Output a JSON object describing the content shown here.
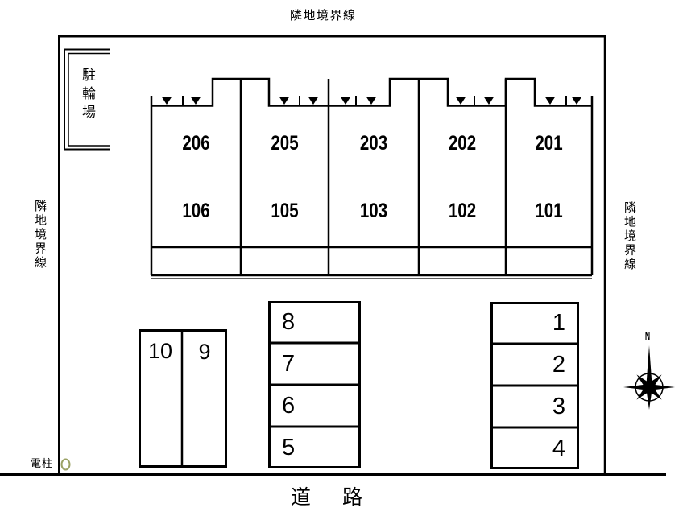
{
  "boundary_labels": {
    "top": "隣地境界線",
    "left": "隣地境界線",
    "right": "隣地境界線"
  },
  "site": {
    "bicycle_parking_label": "駐輪場",
    "utility_pole_label": "電柱",
    "road_label": "道路"
  },
  "compass": {
    "north_label": "N"
  },
  "building": {
    "units": [
      {
        "upper": "206",
        "lower": "106"
      },
      {
        "upper": "205",
        "lower": "105"
      },
      {
        "upper": "203",
        "lower": "103"
      },
      {
        "upper": "202",
        "lower": "102"
      },
      {
        "upper": "201",
        "lower": "101"
      }
    ]
  },
  "parking": {
    "pair_box": [
      "10",
      "9"
    ],
    "middle_column": [
      "8",
      "7",
      "6",
      "5"
    ],
    "right_column": [
      "1",
      "2",
      "3",
      "4"
    ]
  },
  "colors": {
    "line": "#000000",
    "background": "#ffffff",
    "utility_pole_circle": "#9ba265"
  }
}
